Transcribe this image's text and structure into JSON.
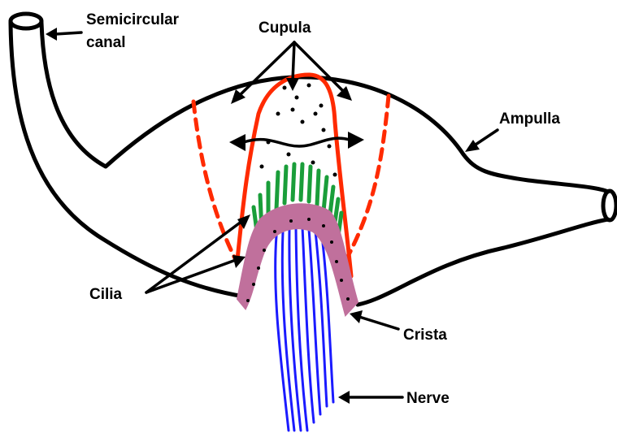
{
  "diagram": {
    "labels": {
      "semicircular_canal_line1": "Semicircular",
      "semicircular_canal_line2": "canal",
      "cupula": "Cupula",
      "ampulla": "Ampulla",
      "cilia": "Cilia",
      "crista": "Crista",
      "nerve": "Nerve"
    },
    "colors": {
      "outline": "#000000",
      "cupula": "#ff2a00",
      "cilia": "#1a9e3a",
      "crista": "#c0709c",
      "nerve": "#1a1aff"
    }
  }
}
